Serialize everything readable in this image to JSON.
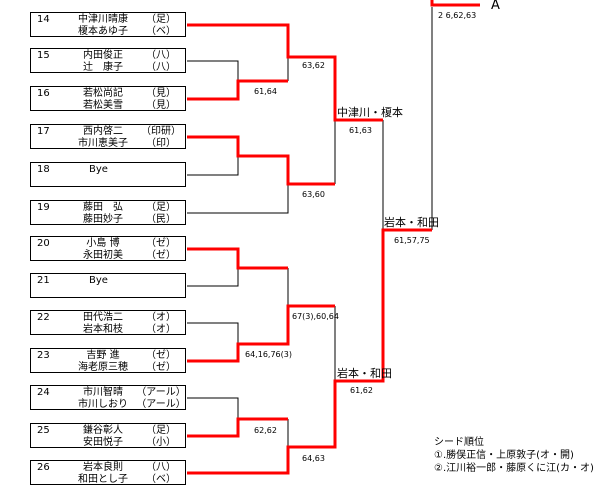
{
  "entries": [
    {
      "num": "14",
      "players": [
        {
          "name": "中津川晴康",
          "club": "（足）"
        },
        {
          "name": "榎本あゆ子",
          "club": "（ベ）"
        }
      ]
    },
    {
      "num": "15",
      "players": [
        {
          "name": "内田俊正",
          "club": "（八）"
        },
        {
          "name": "辻　康子",
          "club": "（八）"
        }
      ]
    },
    {
      "num": "16",
      "players": [
        {
          "name": "若松尚記",
          "club": "（見）"
        },
        {
          "name": "若松美雪",
          "club": "（見）"
        }
      ]
    },
    {
      "num": "17",
      "players": [
        {
          "name": "西内啓二",
          "club": "（印研）"
        },
        {
          "name": "市川恵美子",
          "club": "（印）"
        }
      ]
    },
    {
      "num": "18",
      "bye": "Bye"
    },
    {
      "num": "19",
      "players": [
        {
          "name": "藤田　弘",
          "club": "（足）"
        },
        {
          "name": "藤田妙子",
          "club": "（民）"
        }
      ]
    },
    {
      "num": "20",
      "players": [
        {
          "name": "小島 博",
          "club": "（ゼ）"
        },
        {
          "name": "永田初美",
          "club": "（ゼ）"
        }
      ]
    },
    {
      "num": "21",
      "bye": "Bye"
    },
    {
      "num": "22",
      "players": [
        {
          "name": "田代浩二",
          "club": "（オ）"
        },
        {
          "name": "岩本和枝",
          "club": "（オ）"
        }
      ]
    },
    {
      "num": "23",
      "players": [
        {
          "name": "吉野 進",
          "club": "（ゼ）"
        },
        {
          "name": "海老原三穂",
          "club": "（ゼ）"
        }
      ]
    },
    {
      "num": "24",
      "players": [
        {
          "name": "市川智晴",
          "club": "（アール）"
        },
        {
          "name": "市川しおり",
          "club": "（アール）"
        }
      ]
    },
    {
      "num": "25",
      "players": [
        {
          "name": "鎌谷彰人",
          "club": "（足）"
        },
        {
          "name": "安田悦子",
          "club": "（小）"
        }
      ]
    },
    {
      "num": "26",
      "players": [
        {
          "name": "岩本良則",
          "club": "（八）"
        },
        {
          "name": "和田とし子",
          "club": "（ベ）"
        }
      ]
    }
  ],
  "scores": {
    "r1_15_16": "61,64",
    "r2_top": "63,62",
    "r2_17_19": "63,60",
    "r1_22_23": "64,16,76(3)",
    "r2_20_23": "67(3),60,64",
    "r1_24_25": "62,62",
    "r2_25_26": "64,63",
    "r3_top": "61,63",
    "r3_bottom": "61,62",
    "semi": "61,57,75",
    "final": "2 6,62,63"
  },
  "winners": {
    "r3_top": "中津川・榎本",
    "r3_bottom": "岩本・和田",
    "semi": "岩本・和田",
    "final_target": "A"
  },
  "seed": {
    "title": "シード順位",
    "items": [
      "①.勝俣正信・上原敦子(オ・開)",
      "②.江川裕一郎・藤原くに江(カ・オ)"
    ]
  },
  "colors": {
    "winner_line": "#ff0000",
    "line": "#000000"
  }
}
